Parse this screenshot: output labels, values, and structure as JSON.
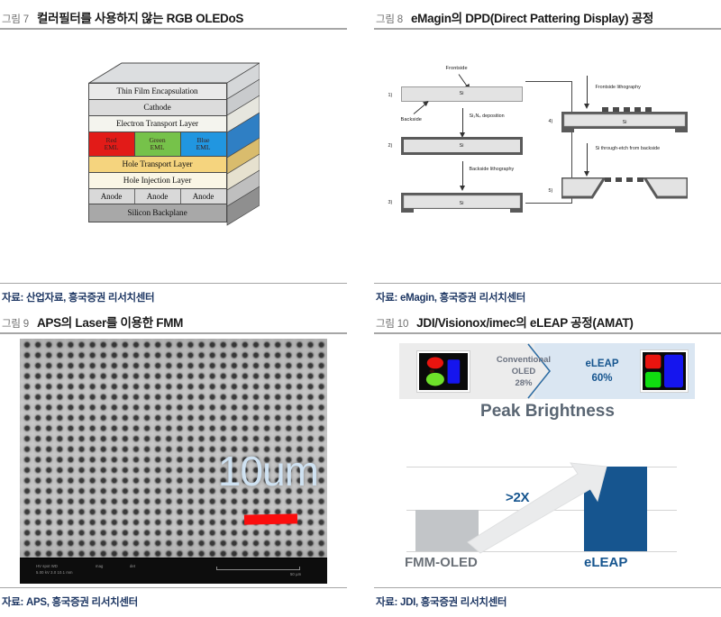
{
  "document": {
    "background_color": "#ffffff",
    "rule_color": "#a6a6a6",
    "source_color": "#1f3864"
  },
  "figures": [
    {
      "number": "그림 7",
      "title": "컬러필터를 사용하지 않는 RGB OLEDoS",
      "source": "자료: 산업자료, 흥국증권 리서치센터",
      "diagram": {
        "type": "layer-stack-3d",
        "layers": [
          {
            "label": "Thin Film Encapsulation",
            "color": "#e9e9e9"
          },
          {
            "label": "Cathode",
            "color": "#dcdcdc"
          },
          {
            "label": "Electron Transport Layer",
            "color": "#f4f4ee"
          },
          {
            "label": "Hole Transport Layer",
            "color": "#f5d47e"
          },
          {
            "label": "Hole Injection Layer",
            "color": "#faf6e6"
          },
          {
            "label": "Silicon Backplane",
            "color": "#a8a8a8"
          }
        ],
        "emitters": [
          {
            "line1": "Red",
            "line2": "EML",
            "color": "#e21b18"
          },
          {
            "line1": "Green",
            "line2": "EML",
            "color": "#76c24a"
          },
          {
            "line1": "Blue",
            "line2": "EML",
            "color": "#2196e0"
          }
        ],
        "anodes": [
          "Anode",
          "Anode",
          "Anode"
        ]
      }
    },
    {
      "number": "그림 8",
      "title": "eMagin의 DPD(Direct Pattering Display) 공정",
      "source": "자료: eMagin, 흥국증권 리서치센터",
      "diagram": {
        "type": "process-flow",
        "wafer_label": "Si",
        "callouts": [
          "Frontside",
          "Backside"
        ],
        "steps": [
          {
            "index": "1)",
            "transition_to_next": "Si₃N₄ deposition"
          },
          {
            "index": "2)",
            "transition_to_next": "Backside lithography"
          },
          {
            "index": "3)",
            "transition_to_next": ""
          },
          {
            "index": "4)",
            "transition_to_next": "Si through-etch from backside"
          },
          {
            "index": "5)",
            "transition_to_next": ""
          }
        ],
        "right_column_labels": [
          "Frontside lithography",
          "Si through-etch from backside"
        ]
      }
    },
    {
      "number": "그림 9",
      "title": "APS의 Laser를 이용한 FMM",
      "source": "자료: APS, 흥국증권 리서치센터",
      "diagram": {
        "type": "sem-micrograph",
        "scale_label": "10um",
        "scale_bar_color": "#fb0d0d",
        "scale_text_color": "#cfe2f2"
      }
    },
    {
      "number": "그림 10",
      "title": "JDI/Visionox/imec의 eLEAP 공정(AMAT)",
      "source": "자료: JDI, 흥국증권 리서치센터",
      "diagram": {
        "type": "comparison",
        "peak_brightness": {
          "title": "Peak Brightness",
          "left": {
            "name_line1": "Conventional",
            "name_line2": "OLED",
            "value": "28%",
            "color": "#6b7280"
          },
          "right": {
            "name_line1": "eLEAP",
            "name_line2": "60%",
            "color": "#16558f"
          }
        },
        "bar_chart": {
          "multiplier_label": ">2X",
          "bars": [
            {
              "label": "FMM-OLED",
              "value": 46,
              "color": "#c2c5c8"
            },
            {
              "label": "eLEAP",
              "value": 94,
              "color": "#16558f"
            }
          ]
        }
      }
    }
  ]
}
